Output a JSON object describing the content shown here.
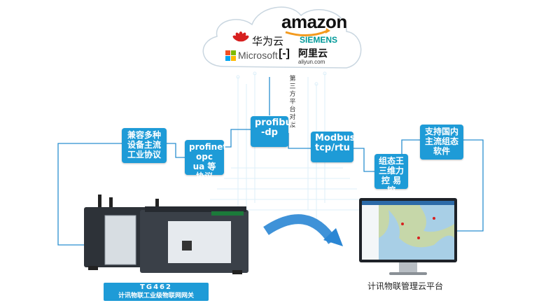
{
  "cloud": {
    "brands": {
      "amazon": "amazon",
      "huawei": "华为云",
      "siemens": "SIEMENS",
      "microsoft": "Microsoft",
      "aliyun_cn": "阿里云",
      "aliyun_en": "aliyun.com",
      "aliyun_mark": "[-]"
    }
  },
  "third_party_label": "第三方平台对接",
  "nodes": {
    "protocols": "兼容多种设备主流工业协议",
    "profinet": "profinet opc ua 等协议",
    "profibus": "profibus -dp",
    "modbus": "Modbus tcp/rtu",
    "zutai": "组态王 三维力控 易控",
    "software": "支持国内主流组态软件"
  },
  "product": {
    "model": "TG462",
    "name": "计讯物联工业级物联网网关"
  },
  "platform_caption": "计讯物联管理云平台",
  "colors": {
    "accent": "#1e9bd7",
    "line": "#2a8fd0",
    "device": "#2d3238",
    "amazon_orange": "#f39a1e",
    "huawei_red": "#d7201f",
    "siemens_teal": "#009999"
  }
}
